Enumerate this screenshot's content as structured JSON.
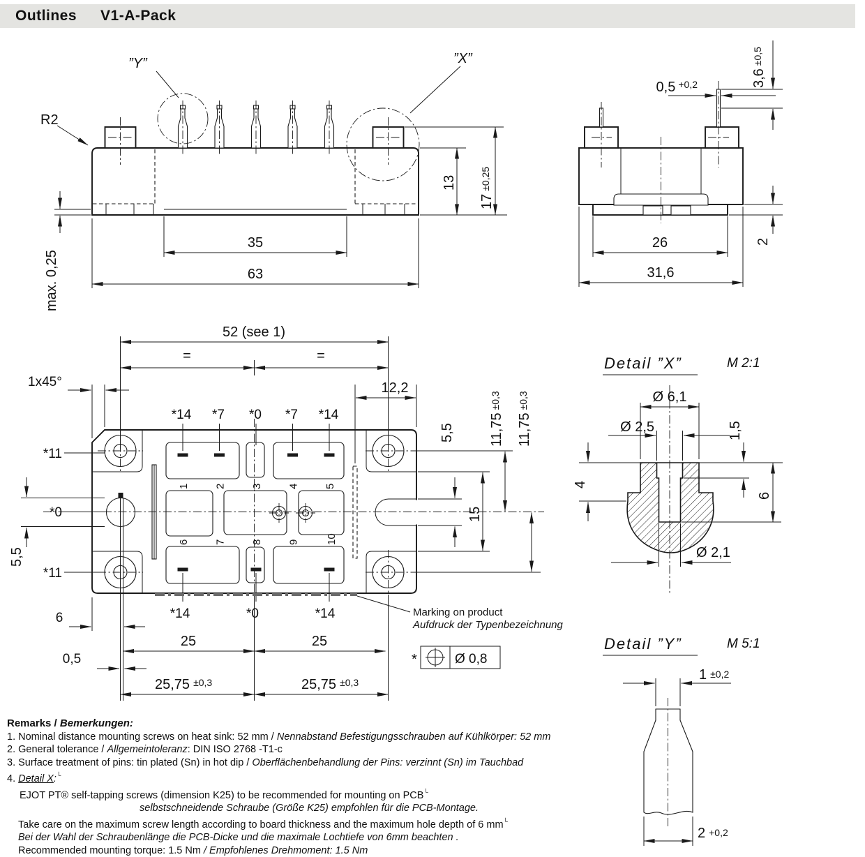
{
  "header": {
    "title": "Outlines",
    "subtitle": "V1-A-Pack"
  },
  "side_view": {
    "r2": "R2",
    "ref_y": "”Y”",
    "ref_x": "”X”",
    "dim_13": "13",
    "dim_17": "17",
    "dim_17_tol": "±0,25",
    "dim_35": "35",
    "dim_63": "63",
    "flatness": "max. 0,25"
  },
  "end_view": {
    "pin_w": "0,5",
    "pin_w_tol": "+0,2",
    "pin_l": "3,6",
    "pin_l_tol": "±0,5",
    "dim_26": "26",
    "dim_316": "31,6",
    "dim_2": "2"
  },
  "top_view": {
    "dim_52": "52 (see 1)",
    "eq": "=",
    "chamfer": "1x45°",
    "dim_122": "12,2",
    "dim_55_right": "5,5",
    "dim_15": "15",
    "dim_1175": "11,75",
    "dim_1175_tol": "±0,3",
    "star_14": "*14",
    "star_7": "*7",
    "star_0": "*0",
    "star_11": "*11",
    "dim_55_left": "5,5",
    "dim_6": "6",
    "dim_05": "0,5",
    "dim_25": "25",
    "dim_2575": "25,75",
    "dim_2575_tol": "±0,3",
    "pin_numbers_top": [
      "1",
      "2",
      "3",
      "4",
      "5"
    ],
    "pin_numbers_bottom": [
      "6",
      "7",
      "8",
      "9",
      "10"
    ],
    "marking_en": "Marking on product",
    "marking_de": "Aufdruck der Typenbezeichnung",
    "pos_star": "*",
    "pos_tol": "Ø 0,8"
  },
  "detail_x": {
    "title": "Detail ”X”",
    "scale": "M 2:1",
    "dia_61": "Ø 6,1",
    "dia_25": "Ø 2,5",
    "dim_15": "1,5",
    "dim_4": "4",
    "dim_6": "6",
    "dia_21": "Ø 2,1"
  },
  "detail_y": {
    "title": "Detail ”Y”",
    "scale": "M 5:1",
    "dim_1": "1",
    "dim_1_tol": "±0,2",
    "dim_2": "2",
    "dim_2_tol": "+0,2"
  },
  "remarks": {
    "heading_en": "Remarks / ",
    "heading_de": "Bemerkungen:",
    "r1_en": "1. Nominal distance mounting screws on heat sink: 52 mm /  ",
    "r1_de": "Nennabstand Befestigungsschrauben auf Kühlkörper: 52 mm",
    "r2_en": "2. General tolerance / ",
    "r2_de": "Allgemeintoleranz",
    "r2_tail": ": DIN ISO 2768 -T1-c",
    "r3_en": "3. Surface treatment of pins: tin plated (Sn) in hot dip / ",
    "r3_de": "Oberflächenbehandlung der Pins: verzinnt (Sn) im  Tauchbad",
    "r4_label": "4. ",
    "r4_link": "Detail X",
    "r4_colon": ":",
    "r4_sup": "└",
    "r4a": "EJOT PT® self-tapping screws (dimension K25) to be recommended for mounting on PCB",
    "r4a_sup": "└",
    "r4b": "selbstschneidende Schraube (Größe K25) empfohlen für die PCB-Montage.",
    "r4c": "Take care on the maximum screw length according to board thickness and the maximum hole depth of 6 mm",
    "r4c_sup": "└",
    "r4d": "Bei der Wahl der Schraubenlänge die PCB-Dicke und die maximale Lochtiefe von 6mm beachten .",
    "r5_en": "Recommended mounting torque: 1.5 Nm ",
    "r5_de": "/ Empfohlenes Drehmoment: 1.5 Nm"
  }
}
